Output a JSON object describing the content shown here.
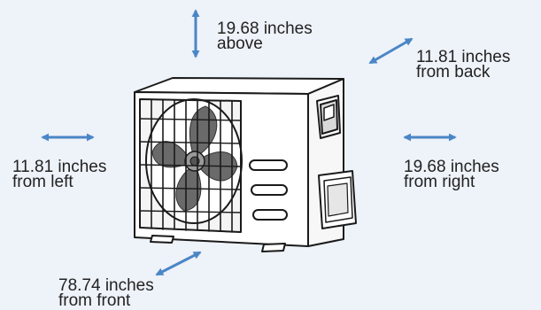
{
  "colors": {
    "background": "#eef2f9",
    "arrow": "#4a86c6",
    "line": "#1a1a1a",
    "fan": "#6a6a6a"
  },
  "icons": [
    "outdoor-ac-unit-illustration",
    "double-arrow-icon"
  ],
  "clearances": {
    "above": {
      "value": "19.68 inches",
      "direction": "above"
    },
    "back": {
      "value": "11.81 inches",
      "direction": "from back"
    },
    "left": {
      "value": "11.81 inches",
      "direction": "from left"
    },
    "right": {
      "value": "19.68 inches",
      "direction": "from right"
    },
    "front": {
      "value": "78.74 inches",
      "direction": "from front"
    }
  }
}
